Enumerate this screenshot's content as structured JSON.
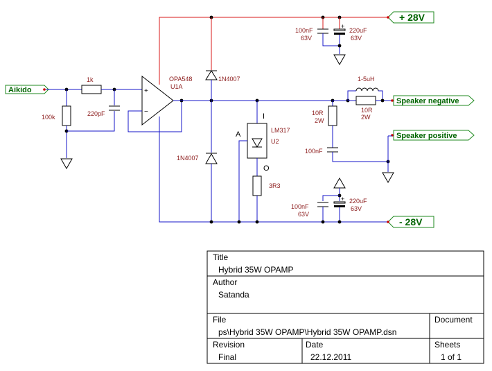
{
  "ports": {
    "input": "Aikido",
    "pos_rail": "+ 28V",
    "neg_rail": "- 28V",
    "spk_neg": "Speaker negative",
    "spk_pos": "Speaker positive"
  },
  "components": {
    "r_in": "1k",
    "r_gnd": "100k",
    "c_in": "220pF",
    "opamp_name": "OPA548",
    "opamp_ref": "U1A",
    "opamp_plus": "+",
    "opamp_minus": "−",
    "d_top": "1N4007",
    "d_bot": "1N4007",
    "reg_name": "LM317",
    "reg_ref": "U2",
    "reg_i": "I",
    "reg_a": "A",
    "reg_o": "O",
    "r_3r3": "3R3",
    "c_top_small_val": "100nF",
    "c_top_small_v": "63V",
    "c_top_big_val": "220uF",
    "c_top_big_v": "63V",
    "c_bot_small_val": "100nF",
    "c_bot_small_v": "63V",
    "c_bot_big_val": "220uF",
    "c_bot_big_v": "63V",
    "zobel_r_val": "10R",
    "zobel_r_w": "2W",
    "zobel_c_val": "100nF",
    "l_val": "1-5uH",
    "l_r_val": "10R",
    "l_r_w": "2W",
    "cap_plus": "+"
  },
  "title_block": {
    "title_label": "Title",
    "title_value": "Hybrid  35W OPAMP",
    "author_label": "Author",
    "author_value": "Satanda",
    "file_label": "File",
    "file_value": "ps\\Hybrid 35W OPAMP\\Hybrid 35W OPAMP.dsn",
    "document_label": "Document",
    "revision_label": "Revision",
    "revision_value": "Final",
    "date_label": "Date",
    "date_value": "22.12.2011",
    "sheets_label": "Sheets",
    "sheets_value": "1 of 1"
  },
  "colors": {
    "wire_positive": "#d81818",
    "wire_negative": "#1414c8",
    "wire_output": "#1f8a1f",
    "label_color": "#8b1a1a",
    "port_color": "#006400"
  }
}
